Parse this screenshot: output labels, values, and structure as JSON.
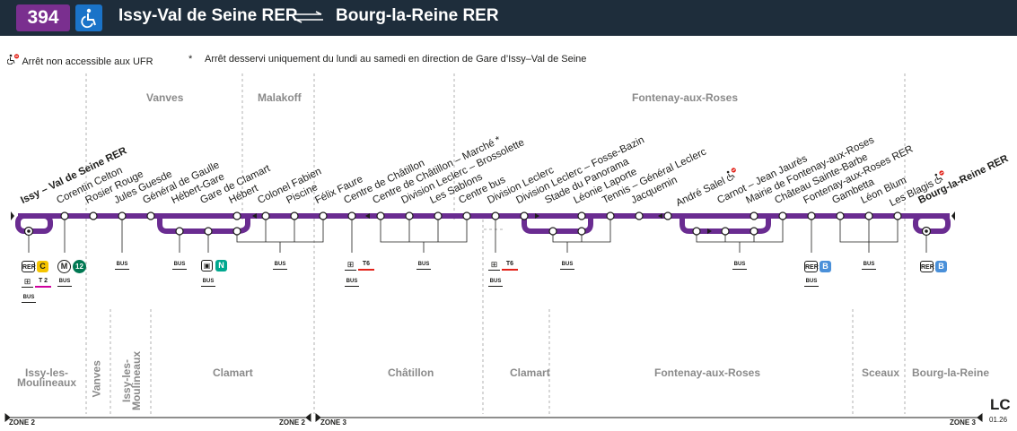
{
  "header": {
    "line": "394",
    "from": "Issy-Val de Seine RER",
    "to": "Bourg-la-Reine RER"
  },
  "legend": {
    "non_accessible": "Arrêt non accessible aux UFR",
    "asterisk": "*",
    "asterisk_note": "Arrêt desservi uniquement du lundi au samedi en direction de Gare d’Issy–Val de Seine"
  },
  "municipalities_top": [
    "Vanves",
    "Malakoff",
    "Fontenay-aux-Roses"
  ],
  "municipalities_bottom": [
    "Issy-les-Moulineaux",
    "Vanves",
    "Issy-les-Moulineaux",
    "Clamart",
    "Châtillon",
    "Clamart",
    "Fontenay-aux-Roses",
    "Sceaux",
    "Bourg-la-Reine"
  ],
  "stops": [
    "Issy – Val de Seine RER",
    "Corentin Celton",
    "Rosier Rouge",
    "Jules Guesde",
    "Général de Gaulle",
    "Hébert-Gare",
    "Gare de Clamart",
    "Hébert",
    "Colonel Fabien",
    "Piscine",
    "Félix Faure",
    "Centre de Châtillon",
    "Centre de Châtillon – Marché *",
    "Division Leclerc – Brossolette",
    "Les Sablons",
    "Centre bus",
    "Division Leclerc",
    "Division Leclerc – Fosse-Bazin",
    "Stade du Panorama",
    "Léonie Laporte",
    "Tennis – Général Leclerc",
    "Jacquemin",
    "André Salel",
    "Carnot – Jean Jaurès",
    "Mairie de Fontenay-aux-Roses",
    "Château Sainte-Barbe",
    "Fontenay-aux-Roses RER",
    "Gambetta",
    "Léon Blum",
    "Les Blagis",
    "Bourg-la-Reine RER"
  ],
  "connection_labels": {
    "rer": "RER",
    "c": "C",
    "m": "M",
    "n12": "12",
    "t2": "T 2",
    "bus": "BUS",
    "n": "N",
    "t6": "T6",
    "b": "B"
  },
  "zones": {
    "zone2_left": "ZONE 2",
    "zone2_right": "ZONE 2",
    "zone3_left": "ZONE 3",
    "zone3_right": "ZONE 3"
  },
  "footer": {
    "logo": "LC",
    "date": "01.26"
  },
  "colors": {
    "line": "#6a2c91",
    "header": "#1e2d3b",
    "line_badge": "#7a2f8f",
    "accessible": "#1a73c8",
    "rer_c": "#f5c400",
    "rer_b": "#4a90d9",
    "transilien_n": "#00a88f",
    "metro_12": "#007852",
    "tram_t2": "#cf009e",
    "tram_t6": "#e2231a",
    "muni": "#8a8a8a"
  },
  "icons": [
    "wheelchair-icon",
    "no-wheelchair-icon",
    "bidirectional-arrow-icon",
    "rer-icon",
    "metro-icon",
    "tram-icon",
    "train-icon",
    "bus-icon",
    "lc-logo-icon"
  ]
}
